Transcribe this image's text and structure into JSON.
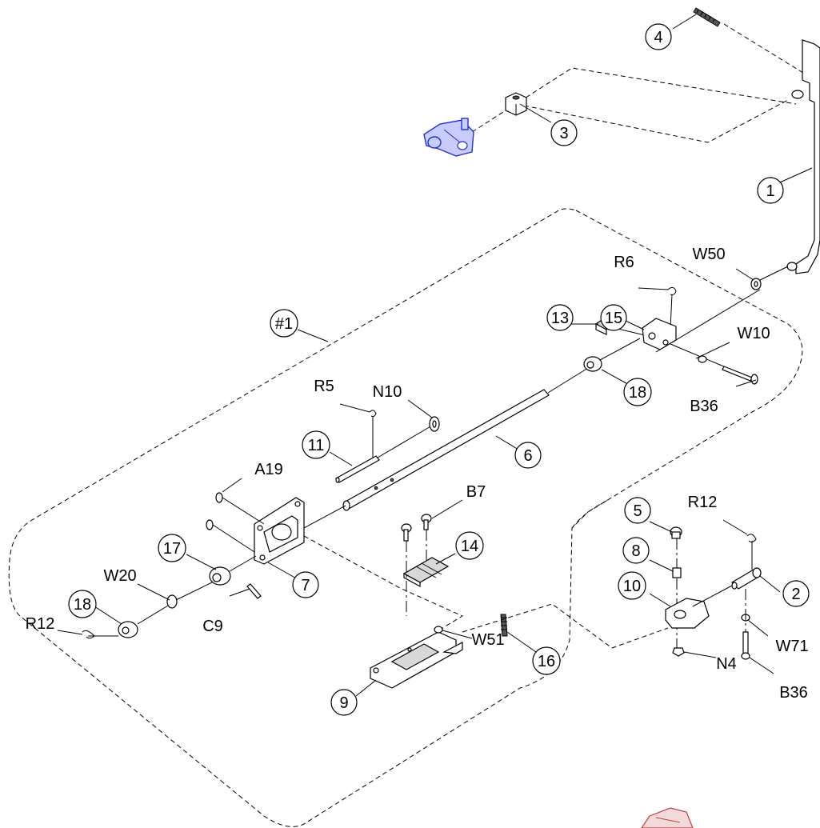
{
  "diagram": {
    "labels": {
      "p1": "1",
      "p2": "2",
      "p3": "3",
      "p4": "4",
      "p5": "5",
      "p6": "6",
      "p7": "7",
      "p8": "8",
      "p9": "9",
      "p10": "10",
      "p11": "11",
      "p13": "13",
      "p14": "14",
      "p15": "15",
      "p16": "16",
      "p17": "17",
      "p18a": "18",
      "p18b": "18",
      "assy": "#1",
      "R6": "R6",
      "W50": "W50",
      "W10": "W10",
      "B36a": "B36",
      "R5": "R5",
      "N10": "N10",
      "A19": "A19",
      "B7": "B7",
      "R12a": "R12",
      "R12b": "R12",
      "W20": "W20",
      "C9": "C9",
      "W51": "W51",
      "W71": "W71",
      "N4": "N4",
      "B36b": "B36"
    },
    "colors": {
      "highlight": "#2233cc",
      "highlight_fill": "#c8ccff",
      "corner_part": "#c04040"
    }
  }
}
